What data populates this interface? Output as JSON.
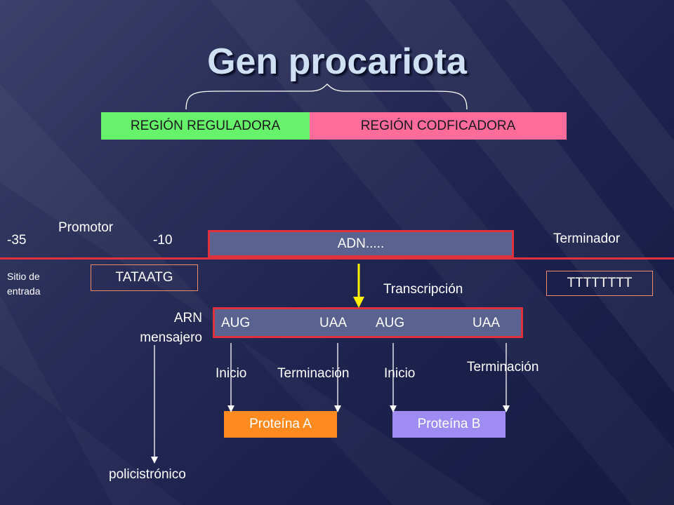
{
  "slide": {
    "title": "Gen procariota",
    "regions": {
      "regulatory": "REGIÓN REGULADORA",
      "coding": "REGIÓN CODFICADORA"
    },
    "promoter": {
      "label": "Promotor",
      "minus35": "-35",
      "minus10": "-10",
      "entry_site": "Sitio de\nentrada",
      "box": "TATAATG"
    },
    "dna": {
      "label": "ADN....."
    },
    "terminator": {
      "label": "Terminador",
      "box": "TTTTTTTT"
    },
    "transcription": "Transcripción",
    "mrna": {
      "label": "ARN\nmensajero",
      "codons": [
        "AUG",
        "UAA",
        "AUG",
        "UAA"
      ],
      "polycistronic": "policistrónico"
    },
    "annotations": {
      "start_a": "Inicio",
      "stop_a": "Terminación",
      "start_b": "Inicio",
      "stop_b": "Terminación"
    },
    "proteins": {
      "a": "Proteína A",
      "b": "Proteína B"
    },
    "colors": {
      "regulatory": "#66f26a",
      "coding": "#ff6b9b",
      "box_outline": "#e0313f",
      "protein_a": "#ff8a1f",
      "protein_b": "#9f8cf2",
      "arrow": "#fff200"
    }
  }
}
